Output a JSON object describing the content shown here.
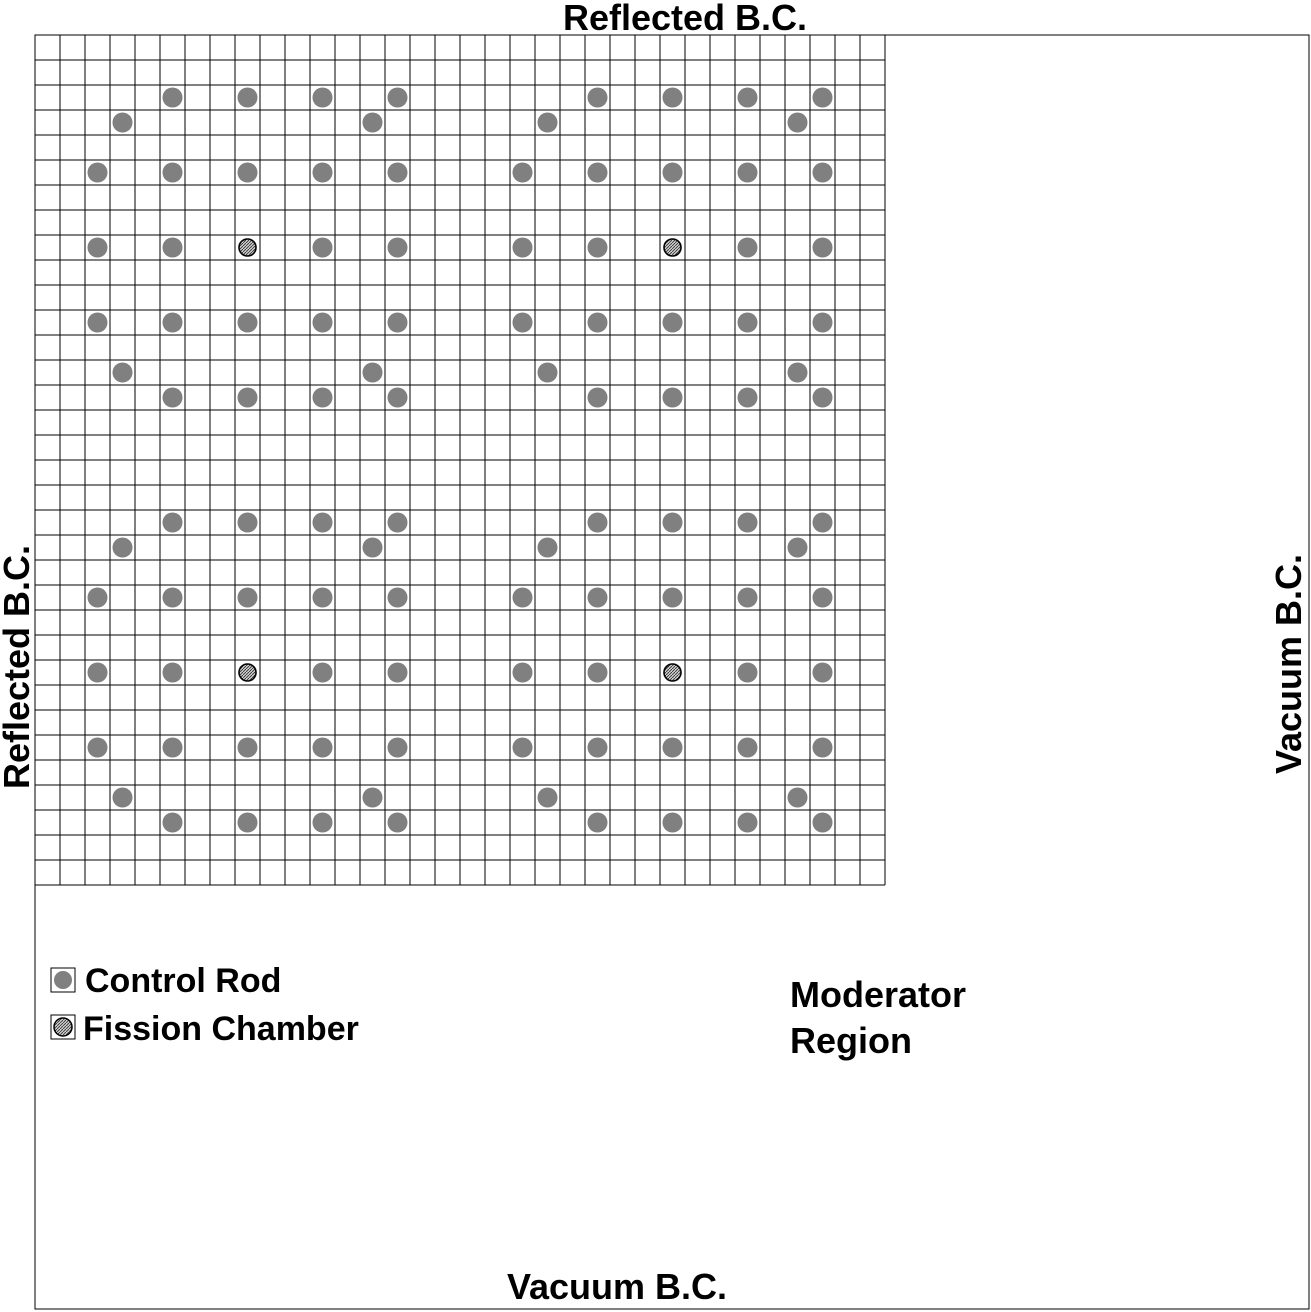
{
  "boundary_labels": {
    "top": "Reflected B.C.",
    "left": "Reflected B.C.",
    "right": "Vacuum B.C.",
    "bottom": "Vacuum B.C."
  },
  "legend": {
    "control_rod": "Control Rod",
    "fission_chamber": "Fission Chamber"
  },
  "region_label": {
    "line1": "Moderator",
    "line2": "Region"
  },
  "colors": {
    "control_rod": "#808080",
    "grid_line": "#000000",
    "background": "#ffffff"
  },
  "lattice": {
    "cells_per_side": 34,
    "assemblies_per_side": 2,
    "assembly_size": 17,
    "control_rod_positions": [
      [
        2,
        5
      ],
      [
        2,
        8
      ],
      [
        2,
        11
      ],
      [
        2,
        14
      ],
      [
        3,
        3
      ],
      [
        3,
        13
      ],
      [
        5,
        2
      ],
      [
        5,
        5
      ],
      [
        5,
        8
      ],
      [
        5,
        11
      ],
      [
        5,
        14
      ],
      [
        8,
        2
      ],
      [
        8,
        5
      ],
      [
        8,
        11
      ],
      [
        8,
        14
      ],
      [
        11,
        2
      ],
      [
        11,
        5
      ],
      [
        11,
        8
      ],
      [
        11,
        11
      ],
      [
        11,
        14
      ],
      [
        13,
        3
      ],
      [
        13,
        13
      ],
      [
        14,
        5
      ],
      [
        14,
        8
      ],
      [
        14,
        11
      ],
      [
        14,
        14
      ]
    ],
    "fission_chamber_positions": [
      [
        8,
        8
      ]
    ]
  }
}
